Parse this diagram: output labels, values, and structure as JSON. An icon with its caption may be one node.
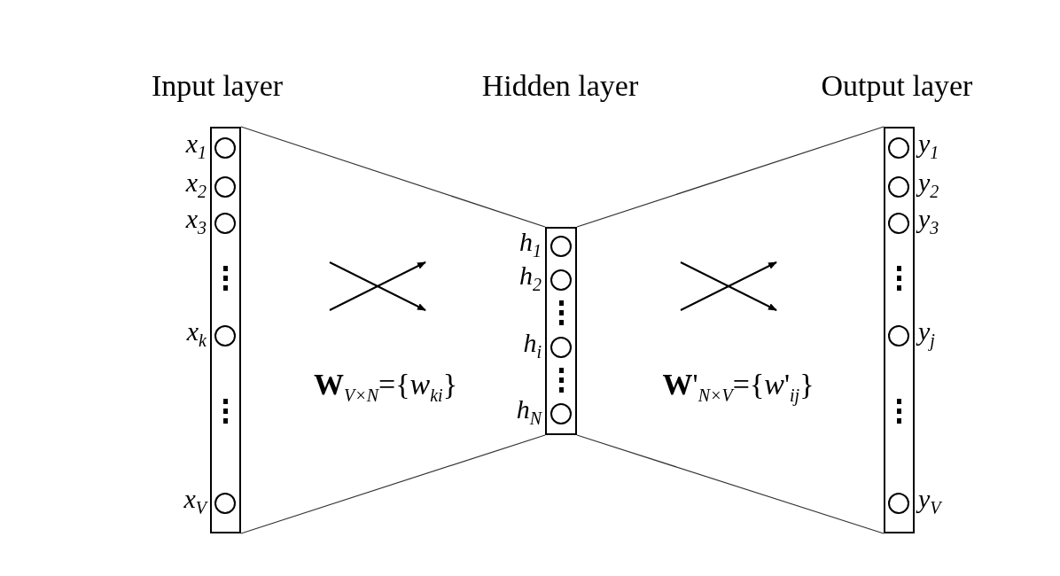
{
  "diagram": {
    "nodes": [
      {
        "text": [
          "Input layer"
        ]
      },
      {
        "text": [],
        "shape": "circle",
        "in": 0,
        "beside": [
          "x$_{1}$"
        ]
      },
      {
        "text": [],
        "shape": "circle",
        "in": 0,
        "beside": [
          "x$_{2}$"
        ]
      },
      {
        "text": [],
        "shape": "circle",
        "in": 0,
        "beside": [
          "x$_{3}$"
        ]
      },
      {
        "text": [],
        "shape": "circle",
        "in": 0,
        "beside": [
          "x$_{k}$"
        ]
      },
      {
        "text": [],
        "shape": "circle",
        "in": 0,
        "beside": [
          "x$_{V}$"
        ]
      },
      {
        "text": [
          "Hidden layer"
        ]
      },
      {
        "text": [],
        "shape": "circle",
        "in": 6,
        "beside": [
          "h$_{1}$"
        ]
      },
      {
        "text": [],
        "shape": "circle",
        "in": 6,
        "beside": [
          "h$_{2}$"
        ]
      },
      {
        "text": [],
        "shape": "circle",
        "in": 6,
        "beside": [
          "h$_{i}$"
        ]
      },
      {
        "text": [],
        "shape": "circle",
        "in": 6,
        "beside": [
          "h$_{N}$"
        ]
      },
      {
        "text": [
          "Output layer"
        ]
      },
      {
        "text": [],
        "shape": "circle",
        "in": 11,
        "beside": [
          "y$_{1}$"
        ]
      },
      {
        "text": [],
        "shape": "circle",
        "in": 11,
        "beside": [
          "y$_{2}$"
        ]
      },
      {
        "text": [],
        "shape": "circle",
        "in": 11,
        "beside": [
          "y$_{3}$"
        ]
      },
      {
        "text": [],
        "shape": "circle",
        "in": 11,
        "beside": [
          "y$_{j}$"
        ]
      },
      {
        "text": [],
        "shape": "circle",
        "in": 11,
        "beside": [
          "y$_{V}$"
        ]
      }
    ],
    "edges": [
      {
        "from": 0,
        "to": 6,
        "arrow": "none"
      },
      {
        "from": 0,
        "to": 6,
        "arrow": "none"
      },
      {
        "from": 6,
        "to": 11,
        "arrow": "none"
      },
      {
        "from": 6,
        "to": 11,
        "arrow": "none"
      }
    ],
    "labels": [
      "**W**$_{V×N}$={*w*$_{ki}$}",
      "**W**'$_{N×V}$={*w*'$_{ij}$}"
    ]
  }
}
